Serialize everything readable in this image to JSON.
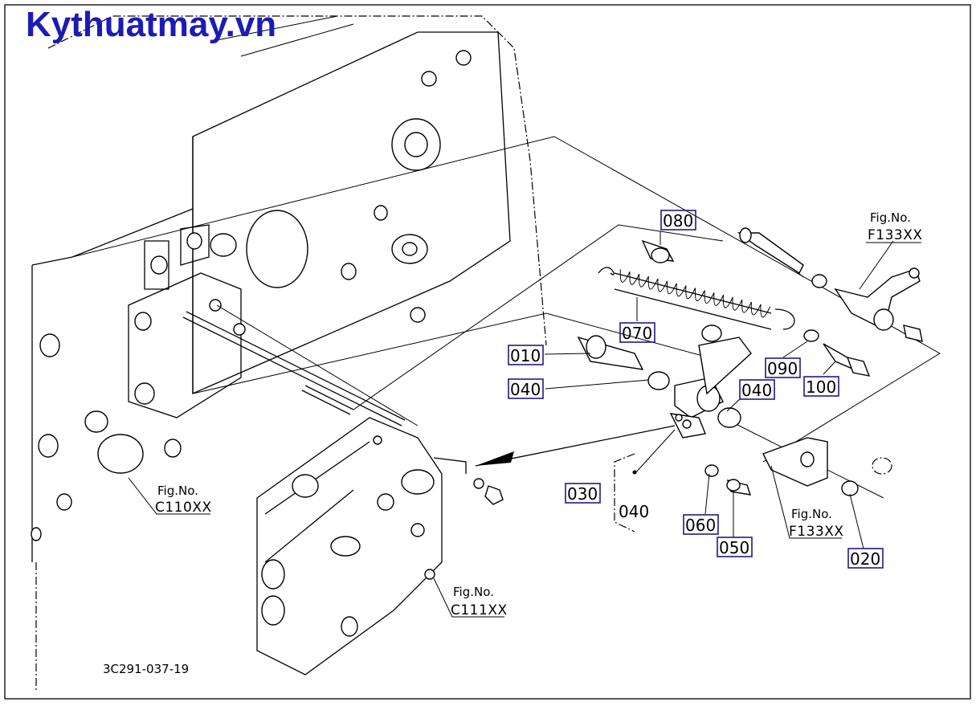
{
  "watermark": "Kythuatmay.vn",
  "diagram_ref": "3C291-037-19",
  "part_callouts": {
    "p080": "080",
    "p070": "070",
    "p010": "010",
    "p040a": "040",
    "p040b": "040",
    "p090": "090",
    "p100": "100",
    "p030": "030",
    "p060": "060",
    "p050": "050",
    "p020": "020"
  },
  "plain_labels": {
    "p040c": "040"
  },
  "fig_refs": [
    {
      "label": "Fig.No.",
      "code": "F133XX"
    },
    {
      "label": "Fig.No.",
      "code": "C110XX"
    },
    {
      "label": "Fig.No.",
      "code": "C111XX"
    },
    {
      "label": "Fig.No.",
      "code": "F133XX"
    }
  ]
}
